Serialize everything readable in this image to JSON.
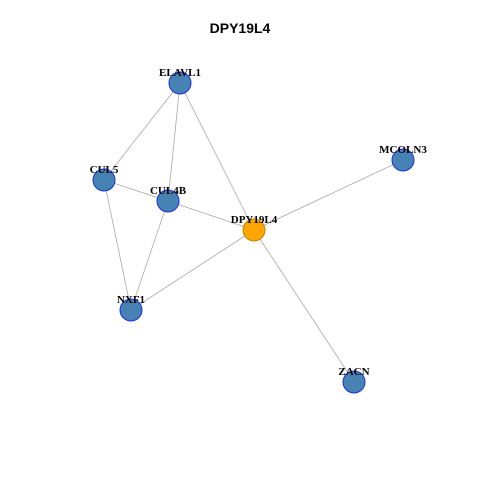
{
  "title": "DPY19L4",
  "colors": {
    "node_fill": "#4682b4",
    "node_stroke": "#1c2fd6",
    "focus_fill": "#ffa500",
    "focus_stroke": "#b8860b",
    "edge": "#a9a9a9"
  },
  "nodes": [
    {
      "id": "ELAVL1",
      "label": "ELAVL1",
      "focus": false
    },
    {
      "id": "CUL5",
      "label": "CUL5",
      "focus": false
    },
    {
      "id": "CUL4B",
      "label": "CUL4B",
      "focus": false
    },
    {
      "id": "DPY19L4",
      "label": "DPY19L4",
      "focus": true
    },
    {
      "id": "MCOLN3",
      "label": "MCOLN3",
      "focus": false
    },
    {
      "id": "NXF1",
      "label": "NXF1",
      "focus": false
    },
    {
      "id": "ZACN",
      "label": "ZACN",
      "focus": false
    }
  ],
  "edges": [
    [
      "ELAVL1",
      "CUL5"
    ],
    [
      "ELAVL1",
      "CUL4B"
    ],
    [
      "ELAVL1",
      "DPY19L4"
    ],
    [
      "CUL5",
      "CUL4B"
    ],
    [
      "CUL5",
      "NXF1"
    ],
    [
      "CUL4B",
      "DPY19L4"
    ],
    [
      "CUL4B",
      "NXF1"
    ],
    [
      "DPY19L4",
      "NXF1"
    ],
    [
      "DPY19L4",
      "MCOLN3"
    ],
    [
      "DPY19L4",
      "ZACN"
    ]
  ]
}
